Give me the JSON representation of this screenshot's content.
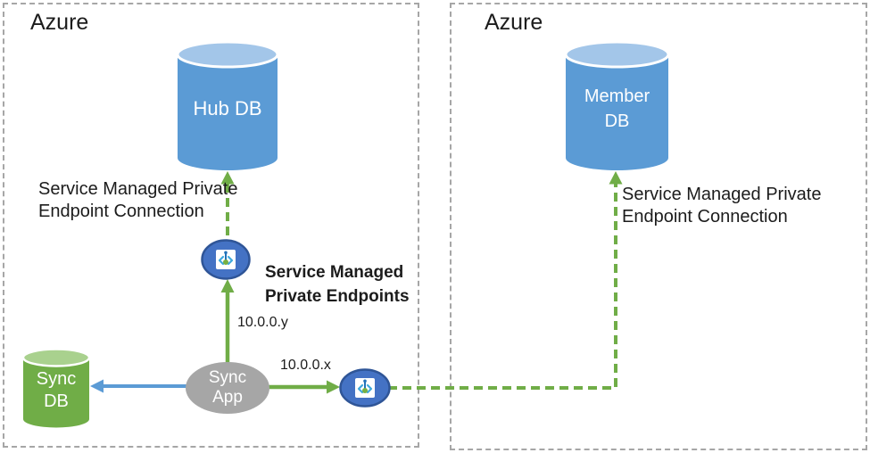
{
  "regions": {
    "left": {
      "label": "Azure"
    },
    "right": {
      "label": "Azure"
    }
  },
  "nodes": {
    "hub_db": {
      "type": "database",
      "label": "Hub DB",
      "color": "#5b9bd5",
      "top_color": "#a3c6e9"
    },
    "member_db": {
      "type": "database",
      "line1": "Member",
      "line2": "DB",
      "color": "#5b9bd5",
      "top_color": "#a3c6e9"
    },
    "sync_db": {
      "type": "database",
      "line1": "Sync",
      "line2": "DB",
      "color": "#70ad47",
      "top_color": "#a9d18e"
    },
    "sync_app": {
      "type": "app",
      "line1": "Sync",
      "line2": "App",
      "color": "#a6a6a6"
    },
    "endpoint_hub": {
      "type": "private-endpoint",
      "icon": "private-endpoint-icon",
      "fill": "#4472c4",
      "border": "#2f5597"
    },
    "endpoint_member": {
      "type": "private-endpoint",
      "icon": "private-endpoint-icon",
      "fill": "#4472c4",
      "border": "#2f5597"
    }
  },
  "labels": {
    "hub_connection_line1": "Service Managed Private",
    "hub_connection_line2": "Endpoint Connection",
    "member_connection_line1": "Service Managed Private",
    "member_connection_line2": "Endpoint Connection",
    "endpoints_title_line1": "Service Managed",
    "endpoints_title_line2": "Private Endpoints",
    "ip_y": "10.0.0.y",
    "ip_x": "10.0.0.x"
  },
  "connections": [
    {
      "from": "sync_app",
      "to": "sync_db",
      "style": "solid",
      "color": "#5b9bd5"
    },
    {
      "from": "sync_app",
      "to": "endpoint_hub",
      "style": "solid",
      "color": "#70ad47",
      "label": "10.0.0.y"
    },
    {
      "from": "endpoint_hub",
      "to": "hub_db",
      "style": "dashed",
      "color": "#70ad47"
    },
    {
      "from": "sync_app",
      "to": "endpoint_member",
      "style": "solid",
      "color": "#70ad47",
      "label": "10.0.0.x"
    },
    {
      "from": "endpoint_member",
      "to": "member_db",
      "style": "dashed",
      "color": "#70ad47"
    }
  ],
  "colors": {
    "region_border": "#a6a6a6",
    "arrow_green": "#70ad47",
    "arrow_blue": "#5b9bd5",
    "text": "#1c1c1c",
    "background": "#ffffff"
  }
}
